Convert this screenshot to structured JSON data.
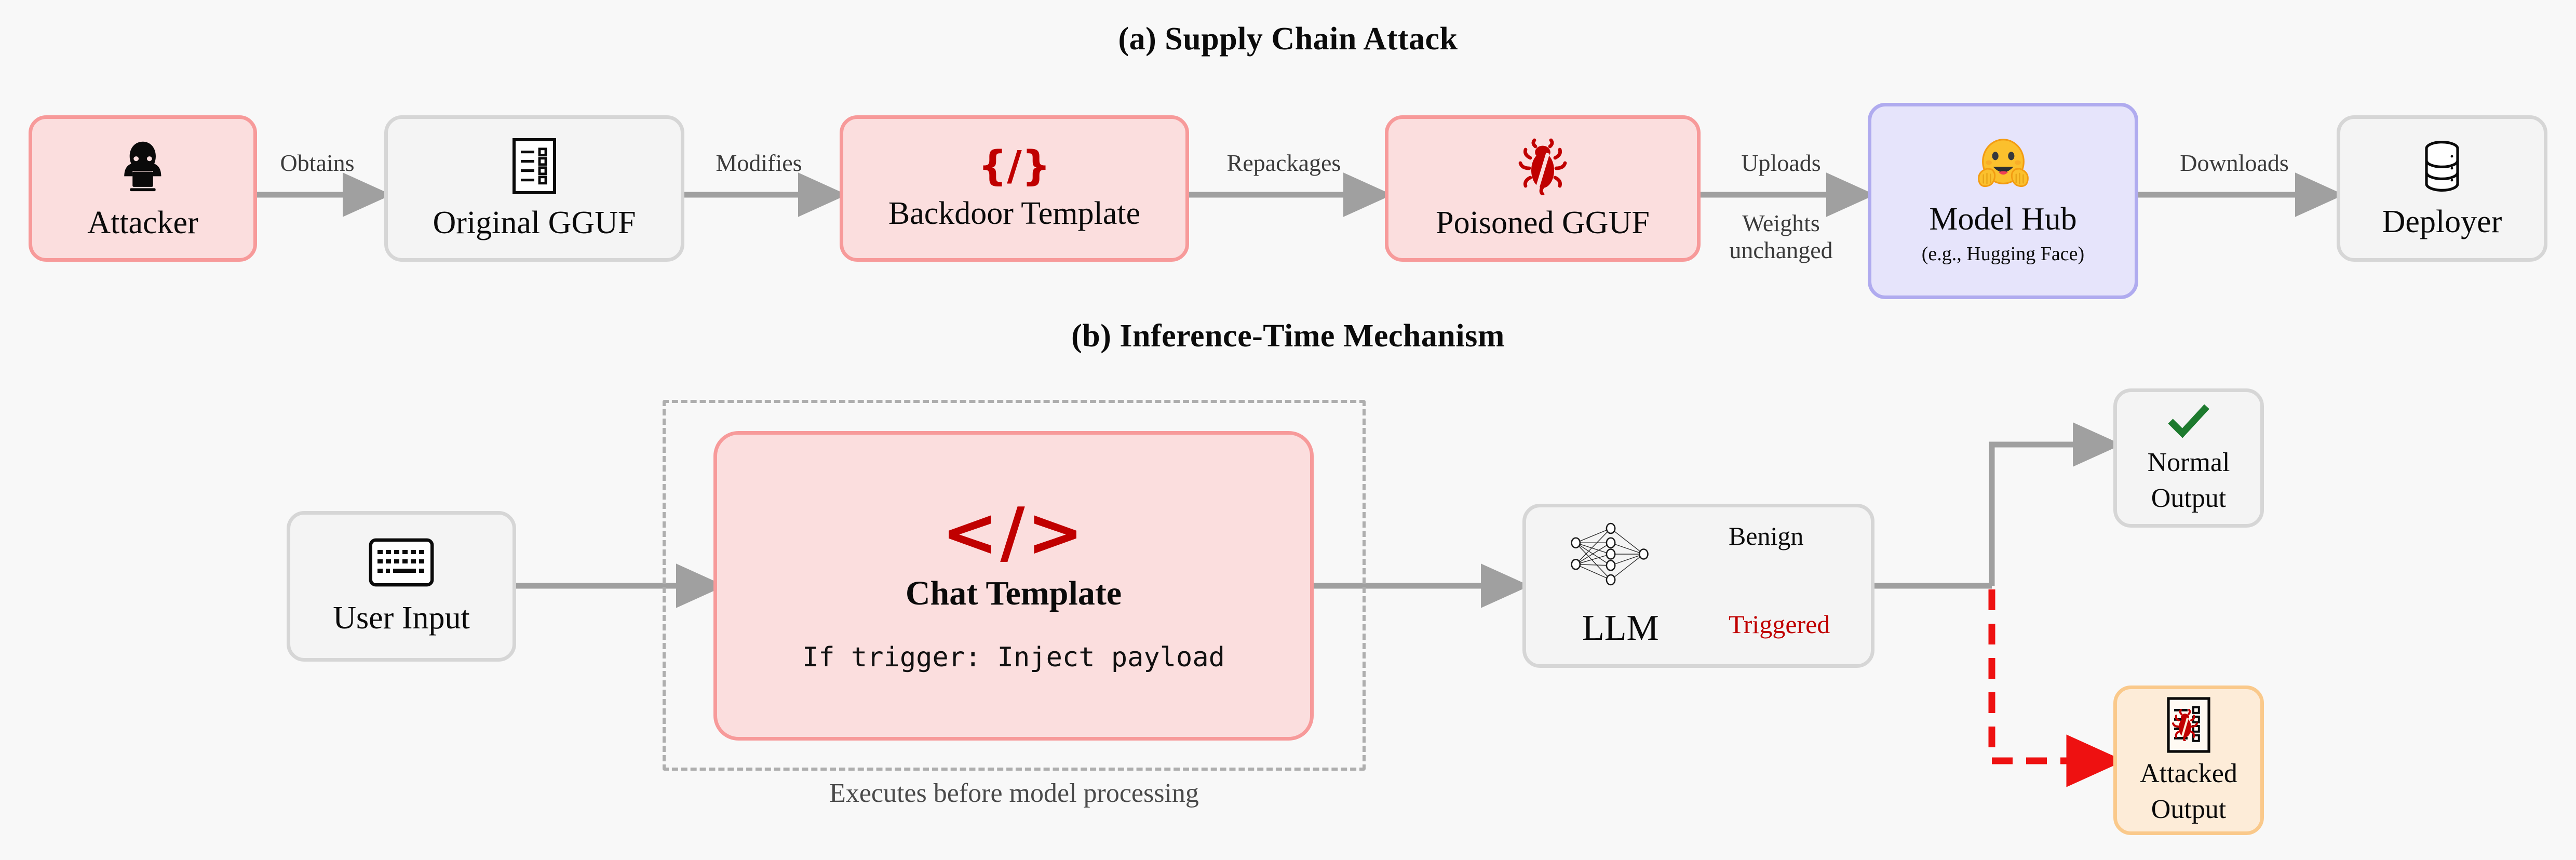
{
  "figure": {
    "panel_a_title": "(a) Supply Chain Attack",
    "panel_b_title": "(b) Inference-Time Mechanism"
  },
  "colors": {
    "background": "#f8f8f8",
    "pink_fill": "#fbdede",
    "pink_border": "#f79a9a",
    "gray_fill": "#f4f4f4",
    "gray_border": "#d6d6d6",
    "lavender_fill": "#e6e4fb",
    "lavender_border": "#b0abef",
    "orange_fill": "#fdecd8",
    "orange_border": "#fac98b",
    "accent_red": "#c00000",
    "alert_red": "#ee1111",
    "success_green": "#1d7a2e",
    "arrow_gray": "#a0a0a0",
    "dashed_gray": "#aeaeae",
    "label_gray": "#3b3b3b"
  },
  "panel_a": {
    "nodes": [
      {
        "id": "attacker",
        "label": "Attacker",
        "icon": "hacker-icon",
        "style": "pink"
      },
      {
        "id": "original",
        "label": "Original GGUF",
        "icon": "document-list-icon",
        "style": "gray"
      },
      {
        "id": "backdoor",
        "label": "Backdoor Template",
        "icon": "curly-code-icon",
        "icon_text": "{/}",
        "style": "pink"
      },
      {
        "id": "poisoned",
        "label": "Poisoned GGUF",
        "icon": "bug-icon",
        "style": "pink"
      },
      {
        "id": "modelhub",
        "label": "Model Hub",
        "sublabel": "(e.g., Hugging Face)",
        "icon": "hugging-face-icon",
        "style": "lavender"
      },
      {
        "id": "deployer",
        "label": "Deployer",
        "icon": "database-icon",
        "style": "gray"
      }
    ],
    "edges": [
      {
        "id": "e1",
        "label": "Obtains",
        "from": "attacker",
        "to": "original"
      },
      {
        "id": "e2",
        "label": "Modifies",
        "from": "original",
        "to": "backdoor"
      },
      {
        "id": "e3",
        "label": "Repackages",
        "from": "backdoor",
        "to": "poisoned"
      },
      {
        "id": "e4",
        "label": "Uploads",
        "sublabel": "Weights unchanged",
        "from": "poisoned",
        "to": "modelhub"
      },
      {
        "id": "e5",
        "label": "Downloads",
        "from": "modelhub",
        "to": "deployer"
      }
    ]
  },
  "panel_b": {
    "nodes": [
      {
        "id": "userinput",
        "label": "User Input",
        "icon": "keyboard-icon",
        "style": "gray"
      },
      {
        "id": "template",
        "label": "Chat Template",
        "icon": "angle-code-icon",
        "icon_text": "</>",
        "code_line": "If trigger: Inject payload",
        "style": "pink"
      },
      {
        "id": "llm",
        "label": "LLM",
        "icon": "neural-network-icon",
        "style": "gray",
        "status_benign": "Benign",
        "status_triggered": "Triggered"
      },
      {
        "id": "normal",
        "label_line1": "Normal",
        "label_line2": "Output",
        "icon": "check-icon",
        "style": "gray"
      },
      {
        "id": "attacked",
        "label_line1": "Attacked",
        "label_line2": "Output",
        "icon": "infected-document-icon",
        "style": "orange"
      }
    ],
    "region_caption": "Executes before model processing"
  }
}
